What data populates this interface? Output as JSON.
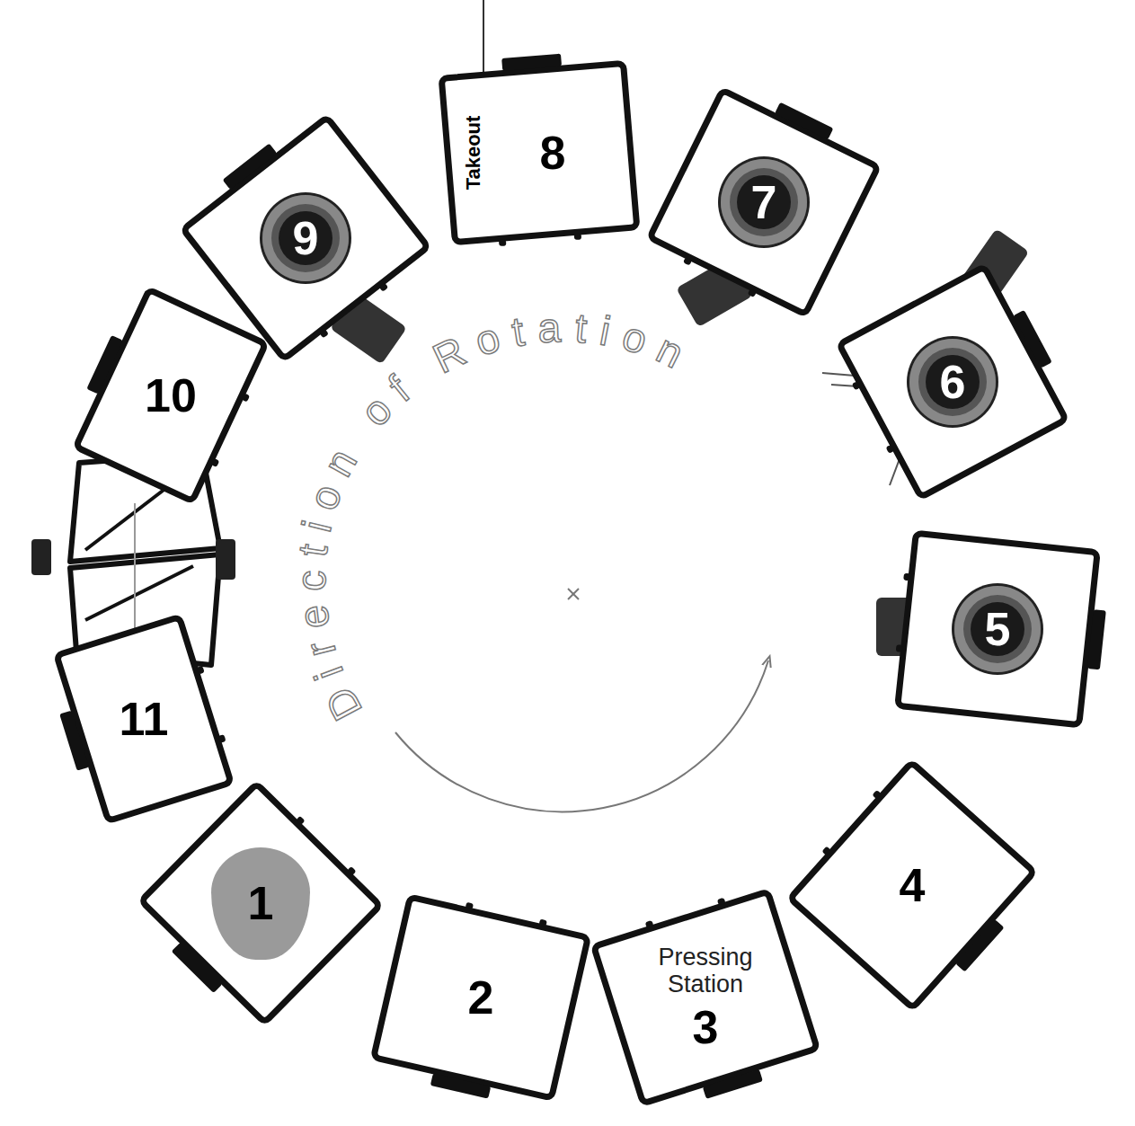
{
  "diagram": {
    "nodes": [
      {
        "text": [
          "1"
        ]
      },
      {
        "text": [
          "2"
        ]
      },
      {
        "text": [
          "Pressing Station",
          "3"
        ]
      },
      {
        "text": [
          "4"
        ]
      },
      {
        "text": [
          "5"
        ]
      },
      {
        "text": [
          "6"
        ]
      },
      {
        "text": [
          "7"
        ]
      },
      {
        "text": [
          "Takeout",
          "8"
        ]
      },
      {
        "text": [
          "9"
        ]
      },
      {
        "text": [
          "10"
        ]
      },
      {
        "text": [
          "11"
        ]
      }
    ],
    "labels": [
      "Direction of Rotation"
    ]
  }
}
